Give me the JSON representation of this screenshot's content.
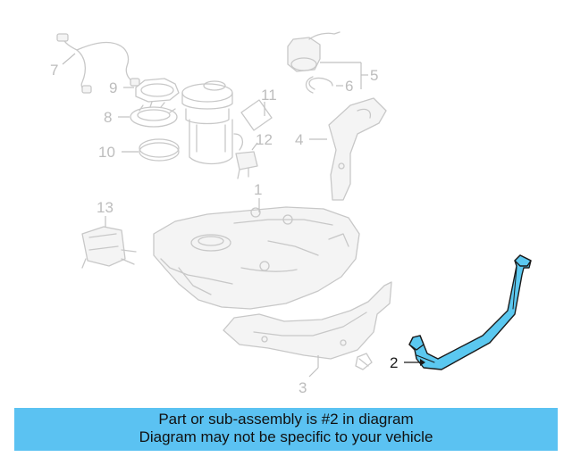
{
  "callouts": {
    "c1": "1",
    "c2": "2",
    "c3": "3",
    "c4": "4",
    "c5": "5",
    "c6": "6",
    "c7": "7",
    "c8": "8",
    "c9": "9",
    "c10": "10",
    "c11": "11",
    "c12": "12",
    "c13": "13"
  },
  "highlight": {
    "callout": "2",
    "color": "#5bc2f2"
  },
  "banner": {
    "line1": "Part or sub-assembly is #2 in diagram",
    "line2": "Diagram may not be specific to your vehicle",
    "background": "#5bc2f2"
  }
}
